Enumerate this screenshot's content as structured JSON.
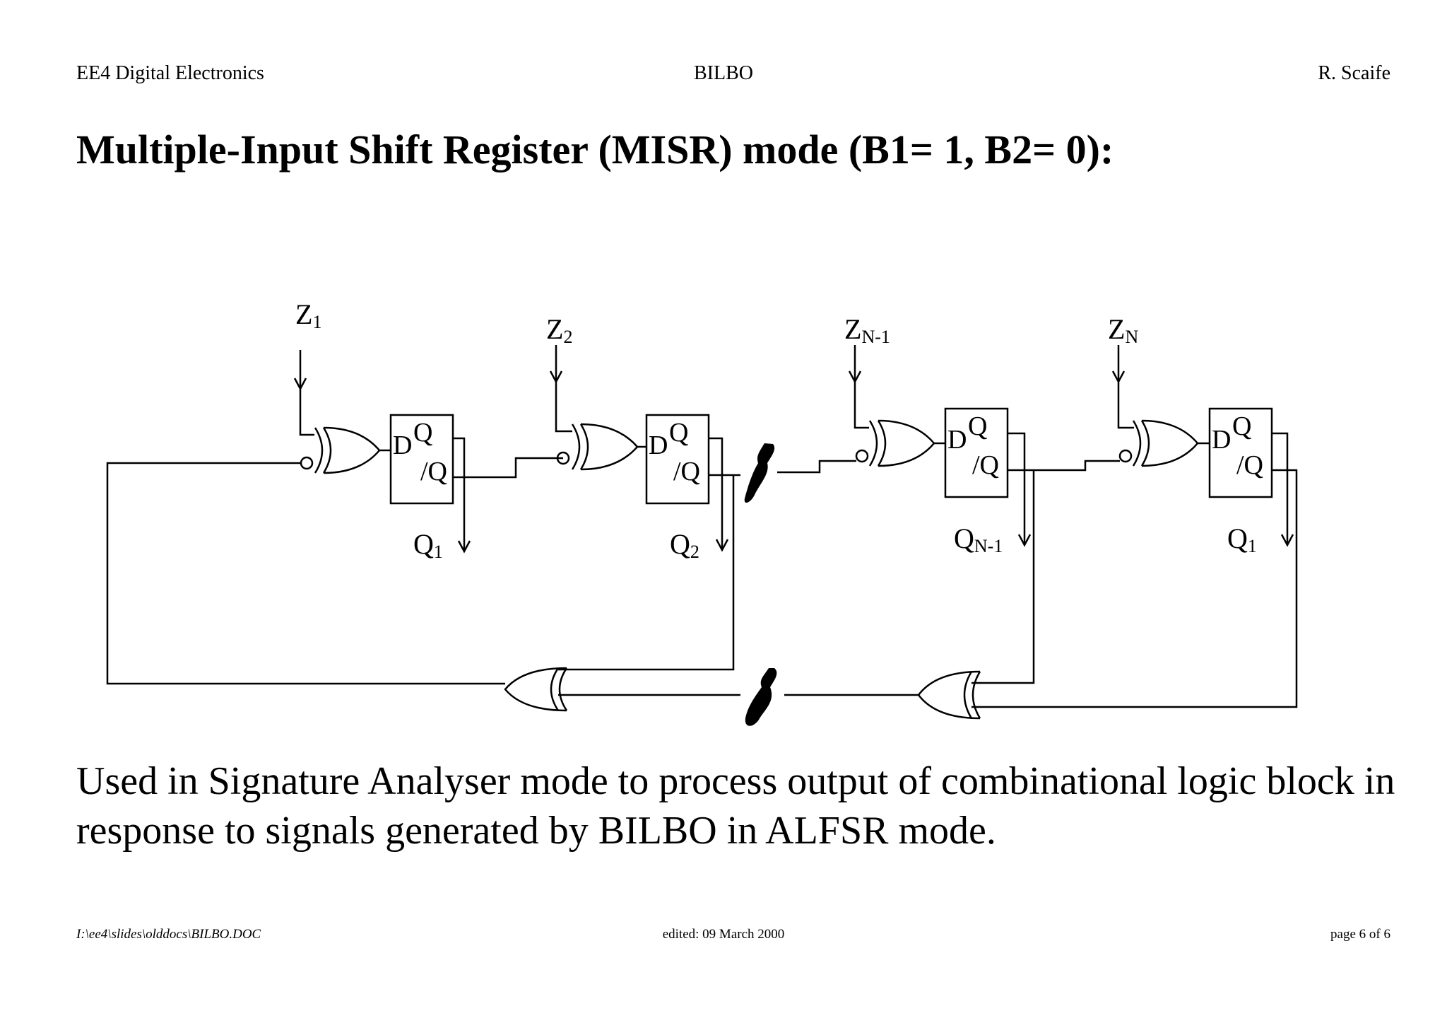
{
  "header": {
    "left": "EE4 Digital Electronics",
    "center": "BILBO",
    "right": "R. Scaife"
  },
  "title": "Multiple-Input Shift Register (MISR) mode (B1= 1, B2= 0):",
  "diagram": {
    "stages": [
      {
        "input": {
          "base": "Z",
          "sub": "1"
        },
        "output": {
          "base": "Q",
          "sub": "1"
        },
        "ff": {
          "d": "D",
          "q": "Q",
          "qbar": "/Q"
        }
      },
      {
        "input": {
          "base": "Z",
          "sub": "2"
        },
        "output": {
          "base": "Q",
          "sub": "2"
        },
        "ff": {
          "d": "D",
          "q": "Q",
          "qbar": "/Q"
        }
      },
      {
        "input": {
          "base": "Z",
          "sub": "N-1"
        },
        "output": {
          "base": "Q",
          "sub": "N-1"
        },
        "ff": {
          "d": "D",
          "q": "Q",
          "qbar": "/Q"
        }
      },
      {
        "input": {
          "base": "Z",
          "sub": "N"
        },
        "output": {
          "base": "Q",
          "sub": "1"
        },
        "ff": {
          "d": "D",
          "q": "Q",
          "qbar": "/Q"
        }
      }
    ]
  },
  "body": "Used in Signature Analyser mode to process output of combinational logic block in response to signals generated by BILBO in ALFSR mode.",
  "footer": {
    "left": "I:\\ee4\\slides\\olddocs\\BILBO.DOC",
    "center": "edited: 09 March 2000",
    "right": "page 6 of  6"
  }
}
